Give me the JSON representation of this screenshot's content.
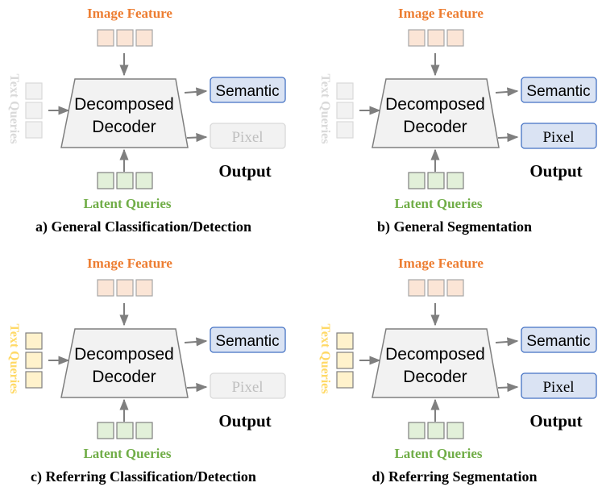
{
  "colors": {
    "image_feature": "#ED7D31",
    "image_token_fill": "#FBE5D6",
    "image_token_stroke": "#A6A6A6",
    "latent": "#70AD47",
    "latent_token_fill": "#E2F0D9",
    "text_queries_active": "#FFD966",
    "text_token_active_fill": "#FFF2CC",
    "inactive_text": "#D9D9D9",
    "inactive_fill": "#F2F2F2",
    "output_active_fill": "#DAE3F3",
    "output_active_stroke": "#4472C4",
    "decoder_fill": "#F2F2F2",
    "decoder_stroke": "#7F7F7F",
    "arrow": "#7F7F7F"
  },
  "panels": [
    {
      "image_feature": "Image  Feature",
      "latent_queries": "Latent Queries",
      "text_queries": "Text Queries",
      "decoder_line1": "Decomposed",
      "decoder_line2": "Decoder",
      "semantic": "Semantic",
      "pixel": "Pixel",
      "output": "Output",
      "caption": "a) General Classification/Detection",
      "text_active": false,
      "pixel_active": false
    },
    {
      "image_feature": "Image  Feature",
      "latent_queries": "Latent Queries",
      "text_queries": "Text Queries",
      "decoder_line1": "Decomposed",
      "decoder_line2": "Decoder",
      "semantic": "Semantic",
      "pixel": "Pixel",
      "output": "Output",
      "caption": "b) General Segmentation",
      "text_active": false,
      "pixel_active": true
    },
    {
      "image_feature": "Image  Feature",
      "latent_queries": "Latent Queries",
      "text_queries": "Text Queries",
      "decoder_line1": "Decomposed",
      "decoder_line2": "Decoder",
      "semantic": "Semantic",
      "pixel": "Pixel",
      "output": "Output",
      "caption": "c) Referring Classification/Detection",
      "text_active": true,
      "pixel_active": false
    },
    {
      "image_feature": "Image  Feature",
      "latent_queries": "Latent Queries",
      "text_queries": "Text Queries",
      "decoder_line1": "Decomposed",
      "decoder_line2": "Decoder",
      "semantic": "Semantic",
      "pixel": "Pixel",
      "output": "Output",
      "caption": "d) Referring Segmentation",
      "text_active": true,
      "pixel_active": true
    }
  ]
}
